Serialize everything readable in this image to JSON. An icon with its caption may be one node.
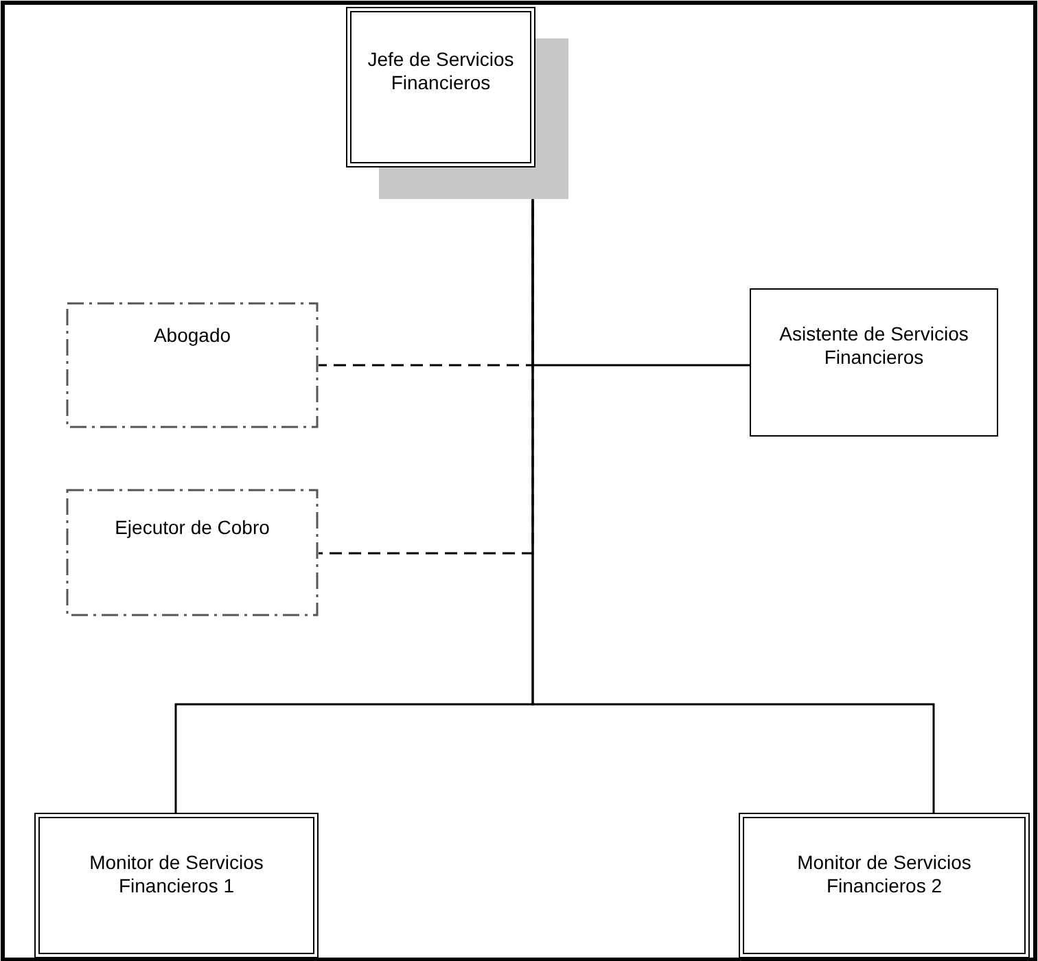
{
  "diagram": {
    "nodes": [
      {
        "text": [
          "Jefe de Servicios Financieros"
        ]
      },
      {
        "text": [
          "Abogado"
        ]
      },
      {
        "text": [
          "Asistente de Servicios Financieros"
        ]
      },
      {
        "text": [
          "Ejecutor de Cobro"
        ]
      },
      {
        "text": [
          "Monitor de Servicios Financieros 1"
        ]
      },
      {
        "text": [
          "Monitor de Servicios Financieros 2"
        ]
      }
    ],
    "edges": [
      {
        "from": 0,
        "to": 1,
        "arrow": "none",
        "style": "dashed"
      },
      {
        "from": 0,
        "to": 2,
        "arrow": "none"
      },
      {
        "from": 0,
        "to": 3,
        "arrow": "none",
        "style": "dashed"
      },
      {
        "from": 0,
        "to": 4,
        "arrow": "none"
      },
      {
        "from": 0,
        "to": 5,
        "arrow": "none"
      }
    ]
  }
}
